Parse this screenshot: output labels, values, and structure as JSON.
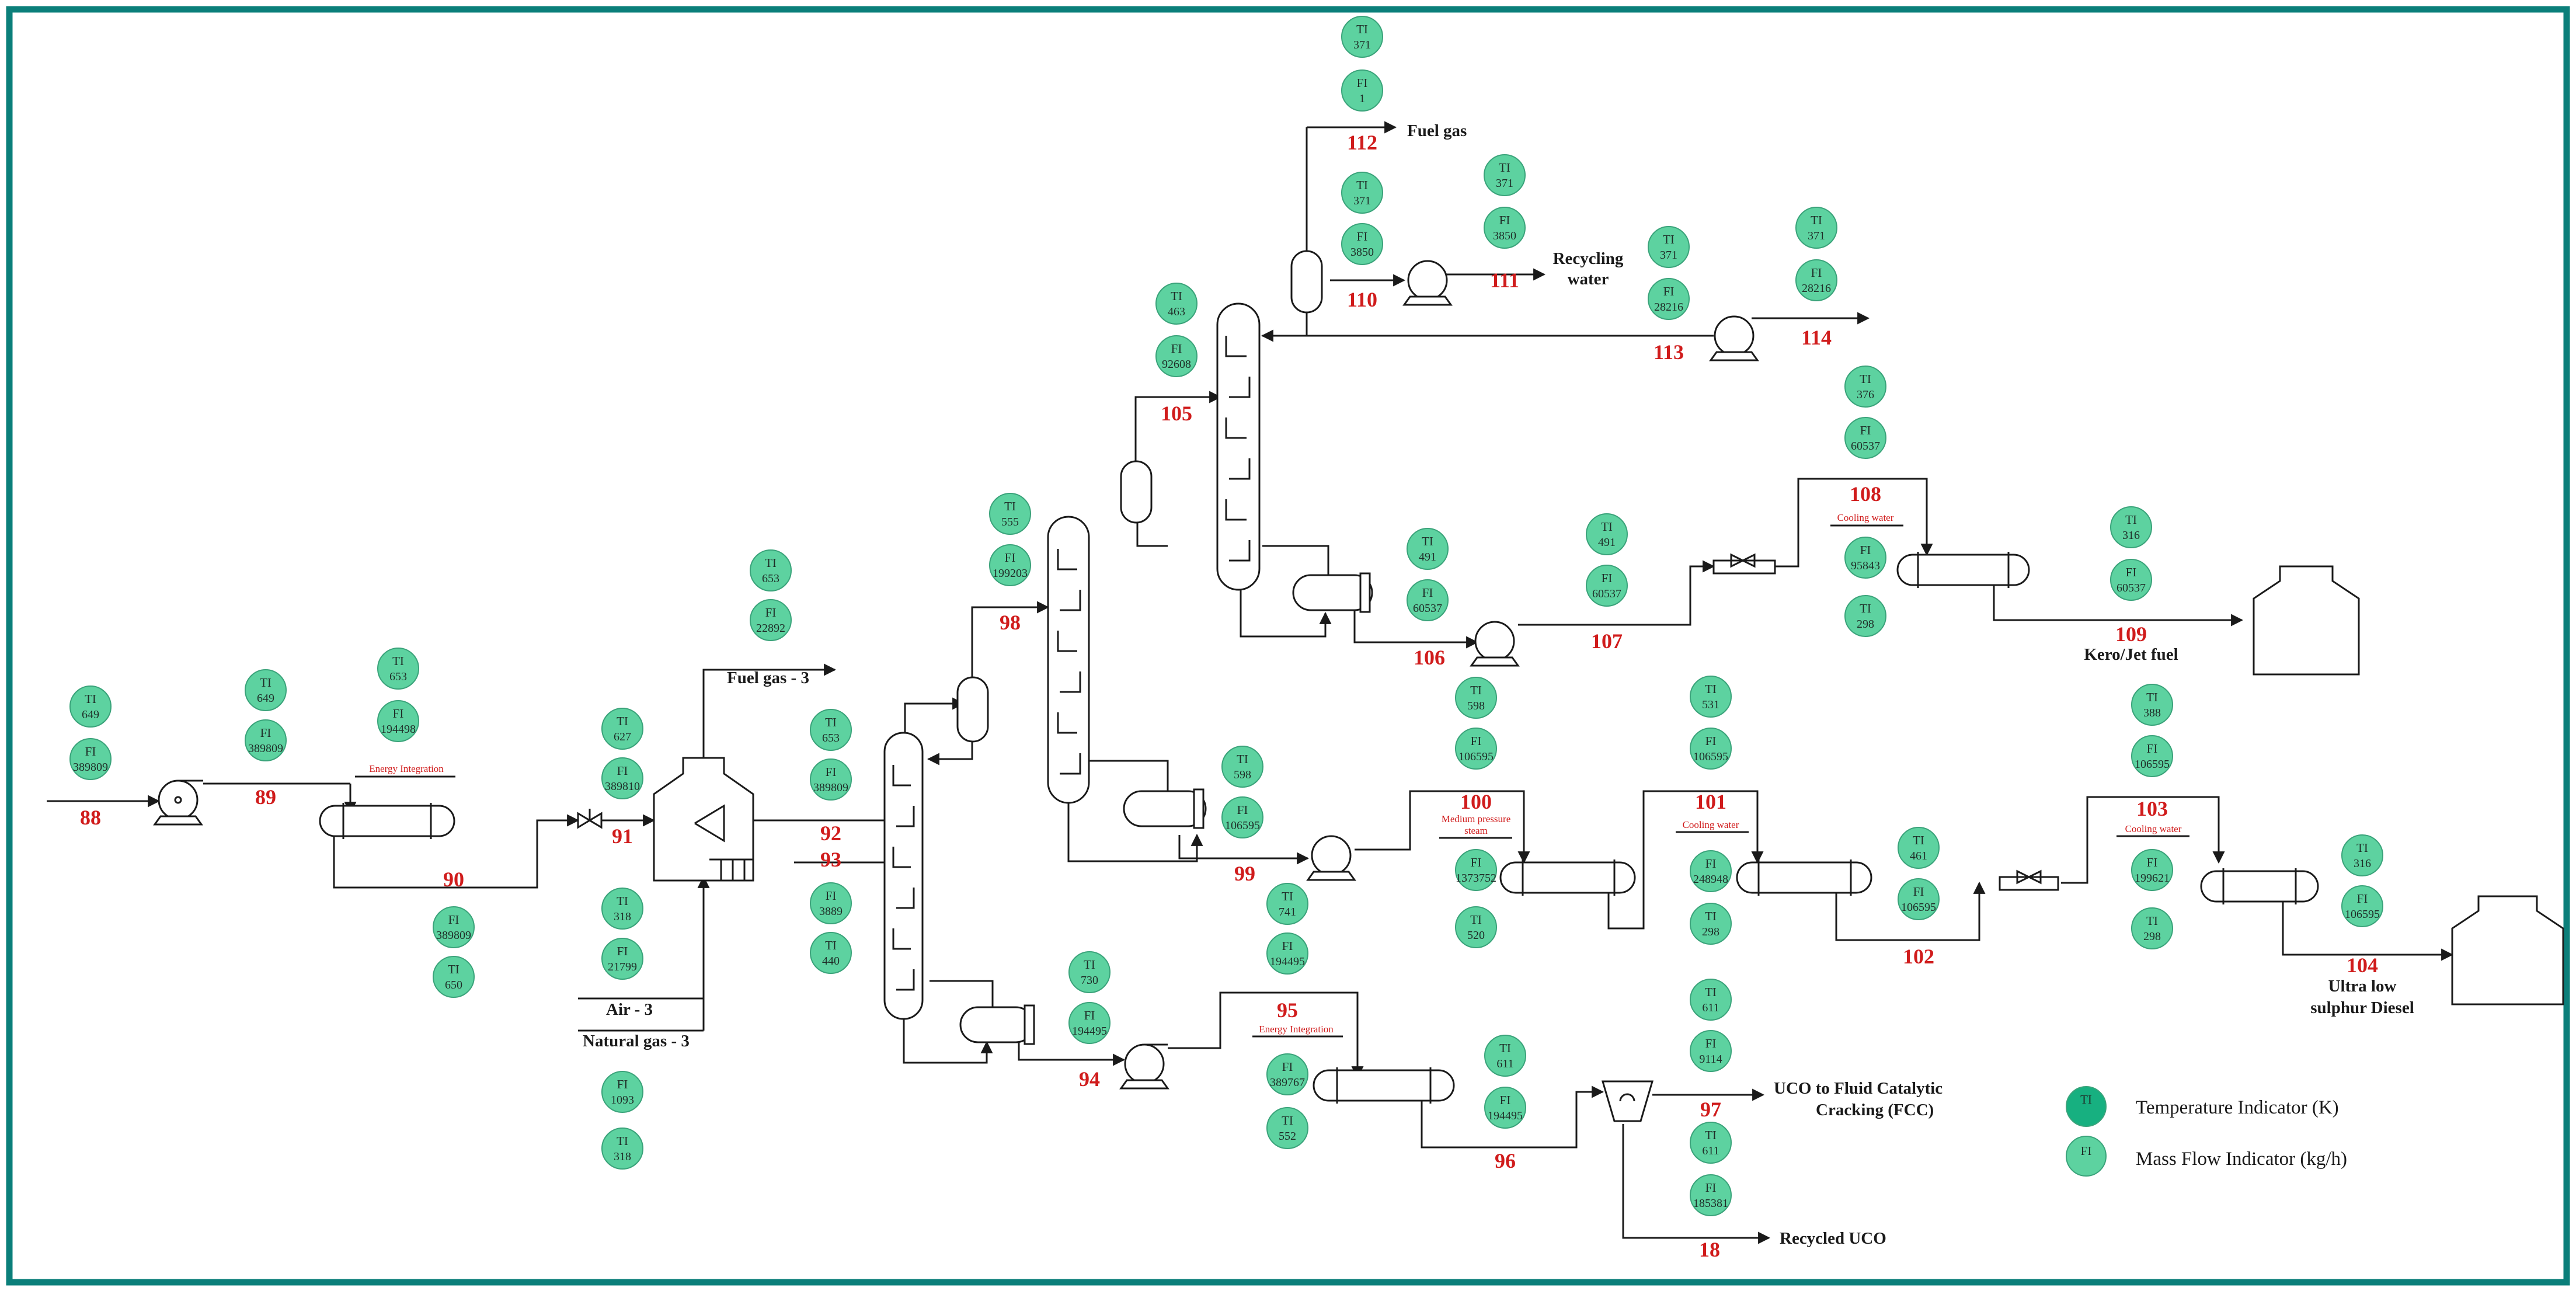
{
  "legend": {
    "ti_tag": "TI",
    "ti_text": "Temperature Indicator (K)",
    "fi_tag": "FI",
    "fi_text": "Mass Flow Indicator (kg/h)"
  },
  "product_labels": {
    "fuel_gas": "Fuel gas",
    "recycling_water_1": "Recycling",
    "recycling_water_2": "water",
    "fuel_gas_3": "Fuel gas - 3",
    "air_3": "Air - 3",
    "natural_gas_3": "Natural gas - 3",
    "kero_jet_fuel": "Kero/Jet fuel",
    "ulsd_1": "Ultra low",
    "ulsd_2": "sulphur Diesel",
    "uco_fcc_1": "UCO to Fluid Catalytic",
    "uco_fcc_2": "Cracking (FCC)",
    "recycled_uco": "Recycled UCO"
  },
  "utility_notes": {
    "energy_integration": "Energy Integration",
    "cooling_water": "Cooling water",
    "medium_pressure_steam_1": "Medium pressure",
    "medium_pressure_steam_2": "steam"
  },
  "streams": {
    "s88": "88",
    "s89": "89",
    "s90": "90",
    "s91": "91",
    "s92": "92",
    "s93": "93",
    "s94": "94",
    "s95": "95",
    "s96": "96",
    "s97": "97",
    "s98": "98",
    "s99": "99",
    "s100": "100",
    "s101": "101",
    "s102": "102",
    "s103": "103",
    "s104": "104",
    "s105": "105",
    "s106": "106",
    "s107": "107",
    "s108": "108",
    "s109": "109",
    "s110": "110",
    "s111": "111",
    "s112": "112",
    "s113": "113",
    "s114": "114",
    "s18": "18"
  },
  "indicators": [
    {
      "tag": "TI",
      "value": "649"
    },
    {
      "tag": "FI",
      "value": "389809"
    },
    {
      "tag": "TI",
      "value": "649"
    },
    {
      "tag": "FI",
      "value": "389809"
    },
    {
      "tag": "TI",
      "value": "653"
    },
    {
      "tag": "FI",
      "value": "194498"
    },
    {
      "tag": "FI",
      "value": "389809"
    },
    {
      "tag": "TI",
      "value": "650"
    },
    {
      "tag": "TI",
      "value": "627"
    },
    {
      "tag": "FI",
      "value": "389810"
    },
    {
      "tag": "TI",
      "value": "318"
    },
    {
      "tag": "FI",
      "value": "21799"
    },
    {
      "tag": "FI",
      "value": "1093"
    },
    {
      "tag": "TI",
      "value": "318"
    },
    {
      "tag": "TI",
      "value": "653"
    },
    {
      "tag": "FI",
      "value": "22892"
    },
    {
      "tag": "TI",
      "value": "653"
    },
    {
      "tag": "FI",
      "value": "389809"
    },
    {
      "tag": "FI",
      "value": "3889"
    },
    {
      "tag": "TI",
      "value": "440"
    },
    {
      "tag": "TI",
      "value": "555"
    },
    {
      "tag": "FI",
      "value": "199203"
    },
    {
      "tag": "TI",
      "value": "730"
    },
    {
      "tag": "FI",
      "value": "194495"
    },
    {
      "tag": "TI",
      "value": "741"
    },
    {
      "tag": "FI",
      "value": "194495"
    },
    {
      "tag": "FI",
      "value": "389767"
    },
    {
      "tag": "TI",
      "value": "552"
    },
    {
      "tag": "TI",
      "value": "611"
    },
    {
      "tag": "FI",
      "value": "194495"
    },
    {
      "tag": "TI",
      "value": "611"
    },
    {
      "tag": "FI",
      "value": "9114"
    },
    {
      "tag": "TI",
      "value": "611"
    },
    {
      "tag": "FI",
      "value": "185381"
    },
    {
      "tag": "TI",
      "value": "598"
    },
    {
      "tag": "FI",
      "value": "106595"
    },
    {
      "tag": "TI",
      "value": "598"
    },
    {
      "tag": "FI",
      "value": "106595"
    },
    {
      "tag": "FI",
      "value": "1373752"
    },
    {
      "tag": "TI",
      "value": "520"
    },
    {
      "tag": "TI",
      "value": "531"
    },
    {
      "tag": "FI",
      "value": "106595"
    },
    {
      "tag": "FI",
      "value": "248948"
    },
    {
      "tag": "TI",
      "value": "298"
    },
    {
      "tag": "TI",
      "value": "461"
    },
    {
      "tag": "FI",
      "value": "106595"
    },
    {
      "tag": "TI",
      "value": "388"
    },
    {
      "tag": "FI",
      "value": "106595"
    },
    {
      "tag": "FI",
      "value": "199621"
    },
    {
      "tag": "TI",
      "value": "298"
    },
    {
      "tag": "TI",
      "value": "316"
    },
    {
      "tag": "FI",
      "value": "106595"
    },
    {
      "tag": "TI",
      "value": "463"
    },
    {
      "tag": "FI",
      "value": "92608"
    },
    {
      "tag": "TI",
      "value": "491"
    },
    {
      "tag": "FI",
      "value": "60537"
    },
    {
      "tag": "TI",
      "value": "491"
    },
    {
      "tag": "FI",
      "value": "60537"
    },
    {
      "tag": "TI",
      "value": "376"
    },
    {
      "tag": "FI",
      "value": "60537"
    },
    {
      "tag": "FI",
      "value": "95843"
    },
    {
      "tag": "TI",
      "value": "298"
    },
    {
      "tag": "TI",
      "value": "316"
    },
    {
      "tag": "FI",
      "value": "60537"
    },
    {
      "tag": "TI",
      "value": "371"
    },
    {
      "tag": "FI",
      "value": "1"
    },
    {
      "tag": "TI",
      "value": "371"
    },
    {
      "tag": "FI",
      "value": "3850"
    },
    {
      "tag": "TI",
      "value": "371"
    },
    {
      "tag": "FI",
      "value": "3850"
    },
    {
      "tag": "TI",
      "value": "371"
    },
    {
      "tag": "FI",
      "value": "28216"
    },
    {
      "tag": "TI",
      "value": "371"
    },
    {
      "tag": "FI",
      "value": "28216"
    }
  ]
}
